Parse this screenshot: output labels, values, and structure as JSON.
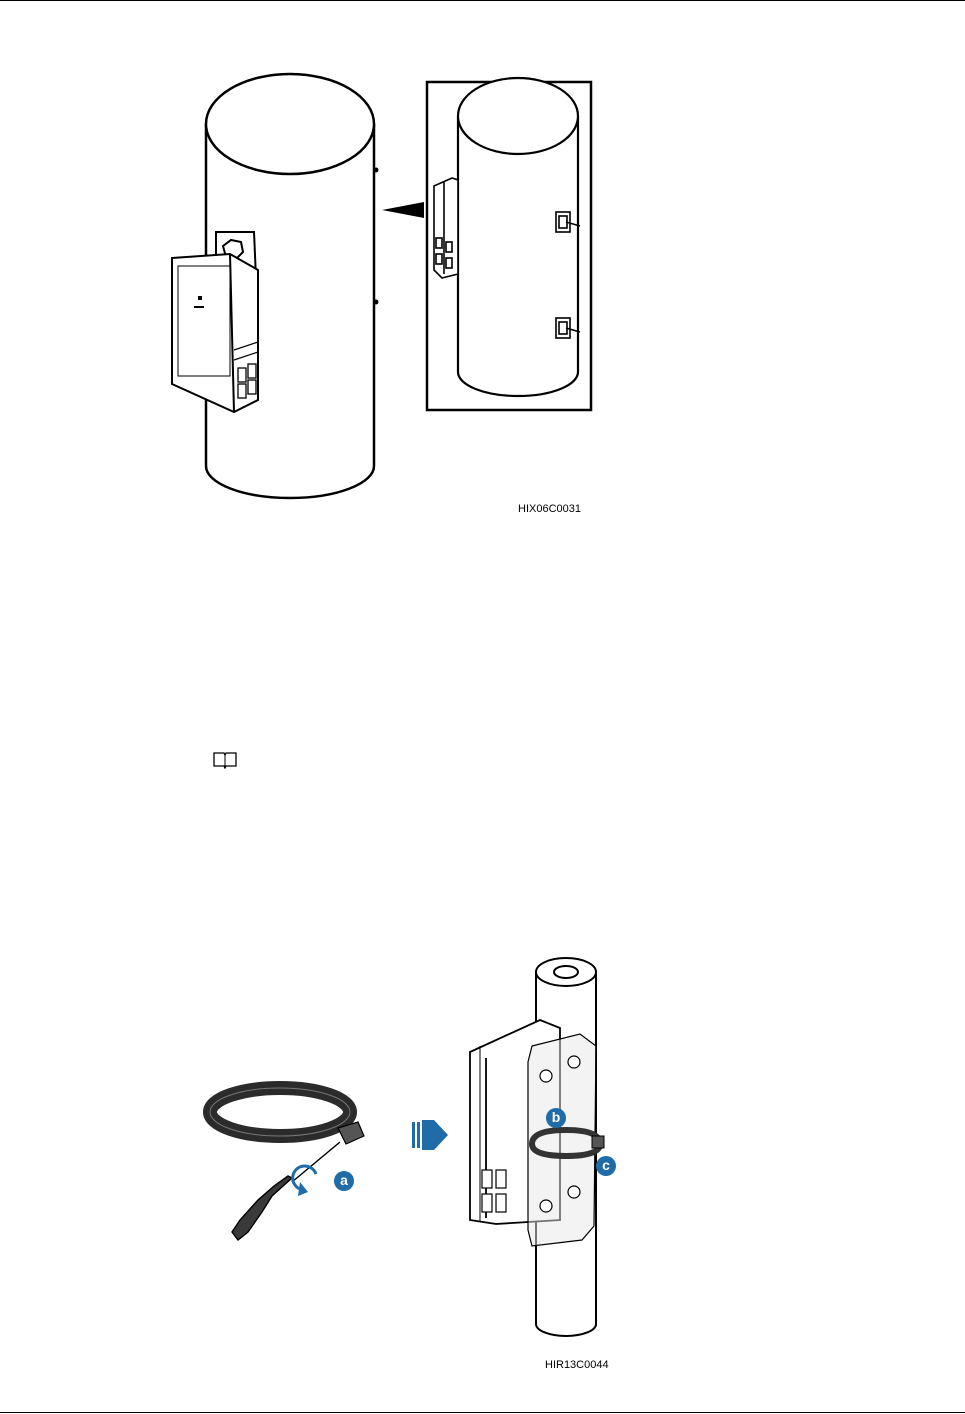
{
  "figures": [
    {
      "id": "HIX06C0031"
    },
    {
      "id": "HIR13C0044",
      "callouts": [
        "a",
        "b",
        "c"
      ]
    }
  ],
  "icons": {
    "note": "book-icon",
    "arrow": "blue-arrow-icon",
    "rotate": "rotate-counterclockwise-icon"
  },
  "colors": {
    "callout": "#1f6ca8",
    "line": "#000000"
  }
}
